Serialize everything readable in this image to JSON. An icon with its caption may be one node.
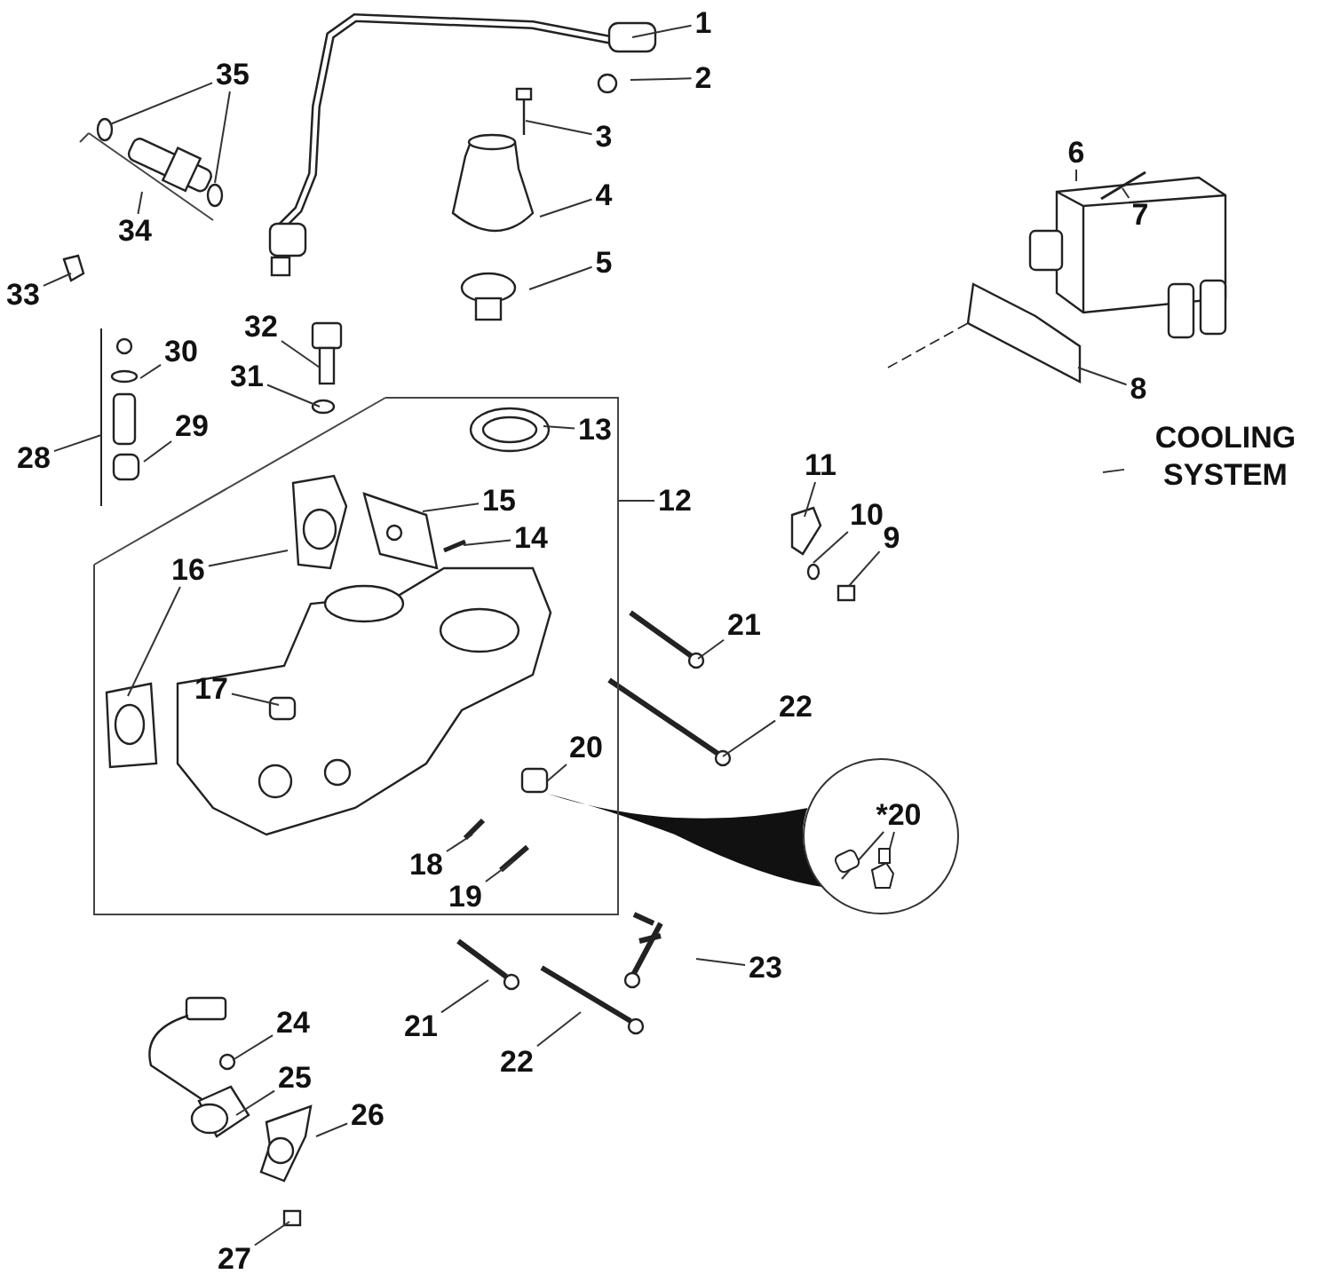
{
  "diagram": {
    "nodes": [
      {
        "text": [
          "1"
        ]
      },
      {
        "text": [
          "2"
        ]
      },
      {
        "text": [
          "35"
        ]
      },
      {
        "text": [
          "3"
        ]
      },
      {
        "text": [
          "34"
        ]
      },
      {
        "text": [
          "4"
        ]
      },
      {
        "text": [
          "33"
        ]
      },
      {
        "text": [
          "6"
        ]
      },
      {
        "text": [
          "7"
        ]
      },
      {
        "text": [
          "5"
        ]
      },
      {
        "text": [
          "32"
        ]
      },
      {
        "text": [
          "30"
        ]
      },
      {
        "text": [
          "31"
        ]
      },
      {
        "text": [
          "28"
        ]
      },
      {
        "text": [
          "29"
        ]
      },
      {
        "text": [
          "8"
        ]
      },
      {
        "text": [
          "COOLING SYSTEM"
        ]
      },
      {
        "text": [
          "13"
        ]
      },
      {
        "text": [
          "12"
        ]
      },
      {
        "text": [
          "15"
        ]
      },
      {
        "text": [
          "11"
        ]
      },
      {
        "text": [
          "14"
        ]
      },
      {
        "text": [
          "16"
        ]
      },
      {
        "text": [
          "10"
        ]
      },
      {
        "text": [
          "9"
        ]
      },
      {
        "text": [
          "21"
        ]
      },
      {
        "text": [
          "17"
        ]
      },
      {
        "text": [
          "22"
        ]
      },
      {
        "text": [
          "20"
        ]
      },
      {
        "text": [],
        "shape": "circle"
      },
      {
        "text": [
          "*20"
        ],
        "in": 29
      },
      {
        "text": [
          "18"
        ]
      },
      {
        "text": [
          "19"
        ]
      },
      {
        "text": [
          "23"
        ]
      },
      {
        "text": [
          "21"
        ]
      },
      {
        "text": [
          "22"
        ]
      },
      {
        "text": [
          "24"
        ]
      },
      {
        "text": [
          "25"
        ]
      },
      {
        "text": [
          "26"
        ]
      },
      {
        "text": [
          "27"
        ]
      }
    ],
    "edges": [
      {
        "from": 0,
        "to": null,
        "arrow": "none"
      },
      {
        "from": 1,
        "to": null,
        "arrow": "none"
      },
      {
        "from": 2,
        "to": null,
        "arrow": "none"
      },
      {
        "from": 2,
        "to": null,
        "arrow": "none"
      },
      {
        "from": 3,
        "to": null,
        "arrow": "none"
      },
      {
        "from": 4,
        "to": null,
        "arrow": "none"
      },
      {
        "from": 5,
        "to": null,
        "arrow": "none"
      },
      {
        "from": 6,
        "to": null,
        "arrow": "none"
      },
      {
        "from": 7,
        "to": null,
        "arrow": "none"
      },
      {
        "from": 8,
        "to": null,
        "arrow": "none"
      },
      {
        "from": 9,
        "to": null,
        "arrow": "none"
      },
      {
        "from": 10,
        "to": null,
        "arrow": "none"
      },
      {
        "from": 11,
        "to": null,
        "arrow": "none"
      },
      {
        "from": 12,
        "to": null,
        "arrow": "none"
      },
      {
        "from": 13,
        "to": null,
        "arrow": "none"
      },
      {
        "from": 14,
        "to": null,
        "arrow": "none"
      },
      {
        "from": 15,
        "to": null,
        "arrow": "none"
      },
      {
        "from": 16,
        "to": null,
        "arrow": "none"
      },
      {
        "from": 17,
        "to": null,
        "arrow": "none"
      },
      {
        "from": 18,
        "to": null,
        "arrow": "none"
      },
      {
        "from": 19,
        "to": null,
        "arrow": "none"
      },
      {
        "from": 20,
        "to": null,
        "arrow": "none"
      },
      {
        "from": 21,
        "to": null,
        "arrow": "none"
      },
      {
        "from": 22,
        "to": null,
        "arrow": "none"
      },
      {
        "from": 22,
        "to": null,
        "arrow": "none"
      },
      {
        "from": 23,
        "to": null,
        "arrow": "none"
      },
      {
        "from": 24,
        "to": null,
        "arrow": "none"
      },
      {
        "from": 25,
        "to": null,
        "arrow": "none"
      },
      {
        "from": 26,
        "to": null,
        "arrow": "none"
      },
      {
        "from": 27,
        "to": null,
        "arrow": "none"
      },
      {
        "from": 28,
        "to": null,
        "arrow": "none"
      },
      {
        "from": 30,
        "to": null,
        "arrow": "none"
      },
      {
        "from": 30,
        "to": null,
        "arrow": "none"
      },
      {
        "from": 31,
        "to": null,
        "arrow": "none"
      },
      {
        "from": 32,
        "to": null,
        "arrow": "none"
      },
      {
        "from": 33,
        "to": null,
        "arrow": "none"
      },
      {
        "from": 34,
        "to": null,
        "arrow": "none"
      },
      {
        "from": 35,
        "to": null,
        "arrow": "none"
      },
      {
        "from": 36,
        "to": null,
        "arrow": "none"
      },
      {
        "from": 37,
        "to": null,
        "arrow": "none"
      },
      {
        "from": 38,
        "to": null,
        "arrow": "none"
      },
      {
        "from": 39,
        "to": null,
        "arrow": "none"
      }
    ]
  }
}
